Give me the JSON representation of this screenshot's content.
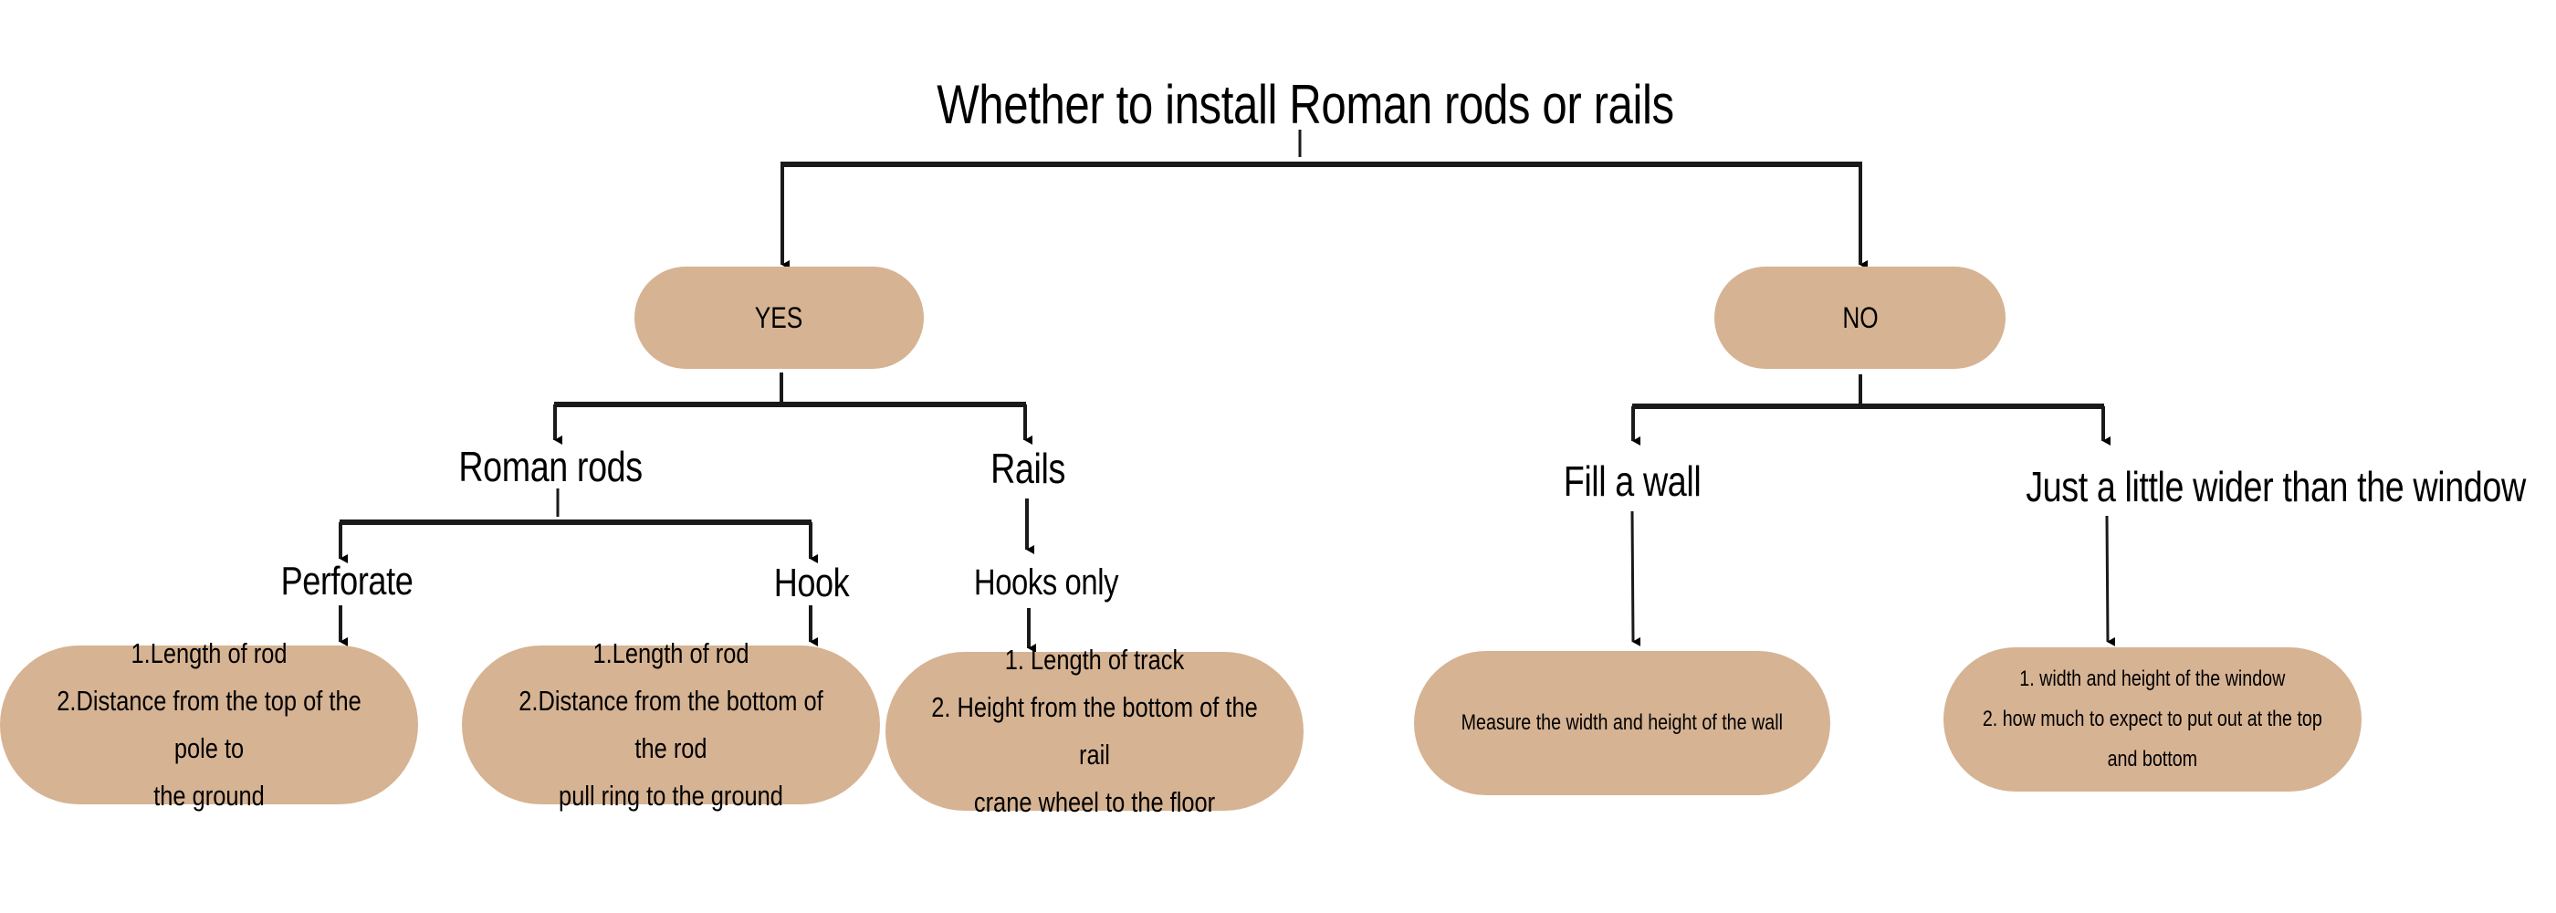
{
  "title": "Whether to install Roman rods or rails",
  "colors": {
    "node_fill": "#D6B393",
    "connector": "#1a1a1a",
    "text": "#000000"
  },
  "branches": {
    "yes": {
      "label": "YES",
      "options": {
        "roman_rods": {
          "label": "Roman rods",
          "methods": {
            "perforate": {
              "label": "Perforate",
              "measurements": [
                "1.Length of rod",
                "2.Distance from the top of the pole to",
                "the ground"
              ]
            },
            "hook": {
              "label": "Hook",
              "measurements": [
                "1.Length of rod",
                "2.Distance from the bottom of the rod",
                "pull ring to the ground"
              ]
            }
          }
        },
        "rails": {
          "label": "Rails",
          "method": {
            "label": "Hooks only",
            "measurements": [
              "1. Length of track",
              "2. Height from the bottom of the rail",
              "crane wheel to the floor"
            ]
          }
        }
      }
    },
    "no": {
      "label": "NO",
      "options": {
        "fill_wall": {
          "label": "Fill a wall",
          "measurements": [
            "Measure the width and height of the wall"
          ]
        },
        "wider_than_window": {
          "label": "Just a little wider than the window",
          "measurements": [
            "1. width and height of the window",
            "2. how much to expect to put out at the top",
            "and bottom"
          ]
        }
      }
    }
  }
}
